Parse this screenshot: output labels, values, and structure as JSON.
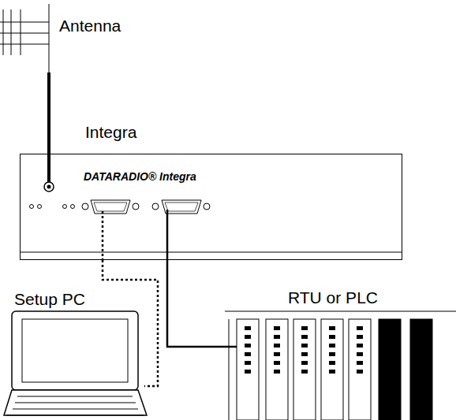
{
  "diagram": {
    "nodes": [
      {
        "text": [
          "Antenna"
        ]
      },
      {
        "text": [
          "Integra",
          "DATARADIO® Integra"
        ]
      },
      {
        "text": [
          "Setup PC"
        ]
      },
      {
        "text": [
          "RTU or PLC"
        ]
      }
    ],
    "edges": [
      {
        "from": 0,
        "to": 1,
        "arrow": "none"
      },
      {
        "from": 1,
        "to": 2,
        "arrow": "none"
      },
      {
        "from": 1,
        "to": 3,
        "arrow": "none"
      }
    ]
  }
}
